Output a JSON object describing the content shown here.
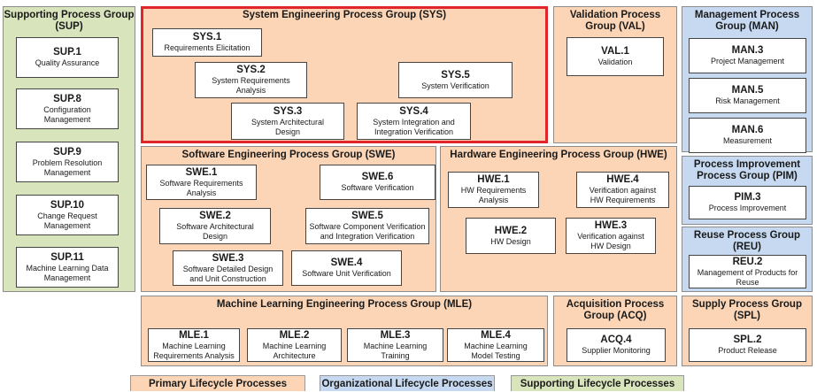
{
  "groups": {
    "sup": {
      "title": "Supporting Process Group\n(SUP)",
      "processes": [
        {
          "id": "SUP.1",
          "name": "Quality Assurance"
        },
        {
          "id": "SUP.8",
          "name": "Configuration\nManagement"
        },
        {
          "id": "SUP.9",
          "name": "Problem Resolution\nManagement"
        },
        {
          "id": "SUP.10",
          "name": "Change Request\nManagement"
        },
        {
          "id": "SUP.11",
          "name": "Machine Learning Data\nManagement"
        }
      ]
    },
    "sys": {
      "title": "System Engineering Process Group (SYS)",
      "processes": [
        {
          "id": "SYS.1",
          "name": "Requirements Elicitation"
        },
        {
          "id": "SYS.2",
          "name": "System Requirements\nAnalysis"
        },
        {
          "id": "SYS.5",
          "name": "System Verification"
        },
        {
          "id": "SYS.3",
          "name": "System Architectural\nDesign"
        },
        {
          "id": "SYS.4",
          "name": "System Integration and\nIntegration Verification"
        }
      ]
    },
    "val": {
      "title": "Validation Process\nGroup (VAL)",
      "processes": [
        {
          "id": "VAL.1",
          "name": "Validation"
        }
      ]
    },
    "man": {
      "title": "Management Process\nGroup (MAN)",
      "processes": [
        {
          "id": "MAN.3",
          "name": "Project Management"
        },
        {
          "id": "MAN.5",
          "name": "Risk Management"
        },
        {
          "id": "MAN.6",
          "name": "Measurement"
        }
      ]
    },
    "swe": {
      "title": "Software Engineering Process Group (SWE)",
      "processes": [
        {
          "id": "SWE.1",
          "name": "Software Requirements\nAnalysis"
        },
        {
          "id": "SWE.6",
          "name": "Software Verification"
        },
        {
          "id": "SWE.2",
          "name": "Software Architectural\nDesign"
        },
        {
          "id": "SWE.5",
          "name": "Software Component Verification\nand Integration Verification"
        },
        {
          "id": "SWE.3",
          "name": "Software Detailed Design\nand Unit Construction"
        },
        {
          "id": "SWE.4",
          "name": "Software Unit Verification"
        }
      ]
    },
    "hwe": {
      "title": "Hardware Engineering Process Group (HWE)",
      "processes": [
        {
          "id": "HWE.1",
          "name": "HW Requirements\nAnalysis"
        },
        {
          "id": "HWE.4",
          "name": "Verification against\nHW Requirements"
        },
        {
          "id": "HWE.2",
          "name": "HW Design"
        },
        {
          "id": "HWE.3",
          "name": "Verification against\nHW Design"
        }
      ]
    },
    "pim": {
      "title": "Process Improvement\nProcess Group (PIM)",
      "processes": [
        {
          "id": "PIM.3",
          "name": "Process Improvement"
        }
      ]
    },
    "reu": {
      "title": "Reuse Process Group\n(REU)",
      "processes": [
        {
          "id": "REU.2",
          "name": "Management of Products for\nReuse"
        }
      ]
    },
    "mle": {
      "title": "Machine Learning Engineering Process Group (MLE)",
      "processes": [
        {
          "id": "MLE.1",
          "name": "Machine Learning\nRequirements Analysis"
        },
        {
          "id": "MLE.2",
          "name": "Machine Learning\nArchitecture"
        },
        {
          "id": "MLE.3",
          "name": "Machine Learning\nTraining"
        },
        {
          "id": "MLE.4",
          "name": "Machine Learning\nModel Testing"
        }
      ]
    },
    "acq": {
      "title": "Acquisition Process\nGroup (ACQ)",
      "processes": [
        {
          "id": "ACQ.4",
          "name": "Supplier Monitoring"
        }
      ]
    },
    "spl": {
      "title": "Supply Process Group\n(SPL)",
      "processes": [
        {
          "id": "SPL.2",
          "name": "Product Release"
        }
      ]
    }
  },
  "legend": {
    "primary": "Primary Lifecycle Processes",
    "organizational": "Organizational Lifecycle Processes",
    "supporting": "Supporting Lifecycle Processes"
  },
  "colors": {
    "primary": "#fbd5b5",
    "organizational": "#c6d9f0",
    "supporting": "#d8e4bc",
    "highlight": "#e0262b"
  }
}
